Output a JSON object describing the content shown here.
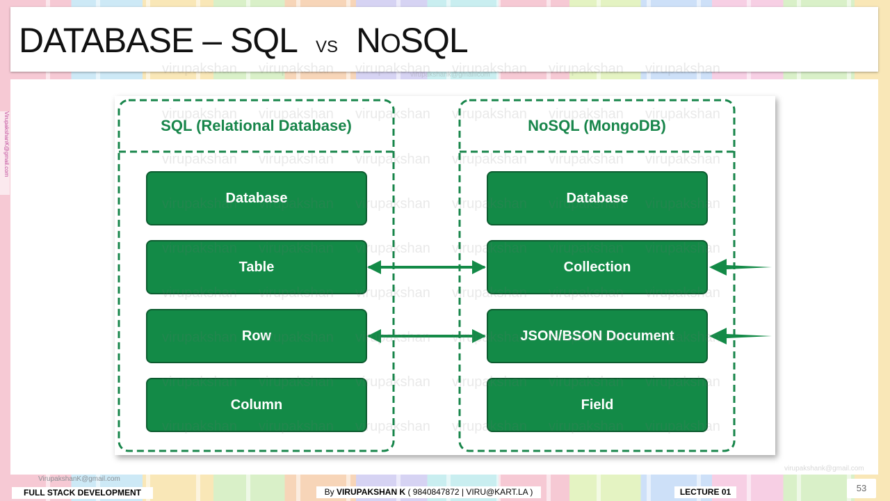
{
  "title": {
    "part1": "DATABASE – SQL",
    "vs": "VS",
    "n": "N",
    "o": "O",
    "sql": "SQL"
  },
  "diagram": {
    "left_group_title": "SQL (Relational Database)",
    "right_group_title": "NoSQL (MongoDB)",
    "left_nodes": [
      "Database",
      "Table",
      "Row",
      "Column"
    ],
    "right_nodes": [
      "Database",
      "Collection",
      "JSON/BSON Document",
      "Field"
    ],
    "accent_color": "#138a47"
  },
  "watermark_text": "virupakshan",
  "emails": {
    "side": "VirupakshanK@gmail.com",
    "bottom": "VirupakshanK@gmail.com",
    "top_faint": "virupakshank@gmail.com",
    "right_faint": "virupakshank@gmail.com"
  },
  "footer": {
    "course": "FULL STACK DEVELOPMENT",
    "by_prefix": "By ",
    "author": "VIRUPAKSHAN K",
    "contact": " ( 9840847872 | VIRU@KART.LA )",
    "lecture": "LECTURE 01",
    "page": "53"
  }
}
